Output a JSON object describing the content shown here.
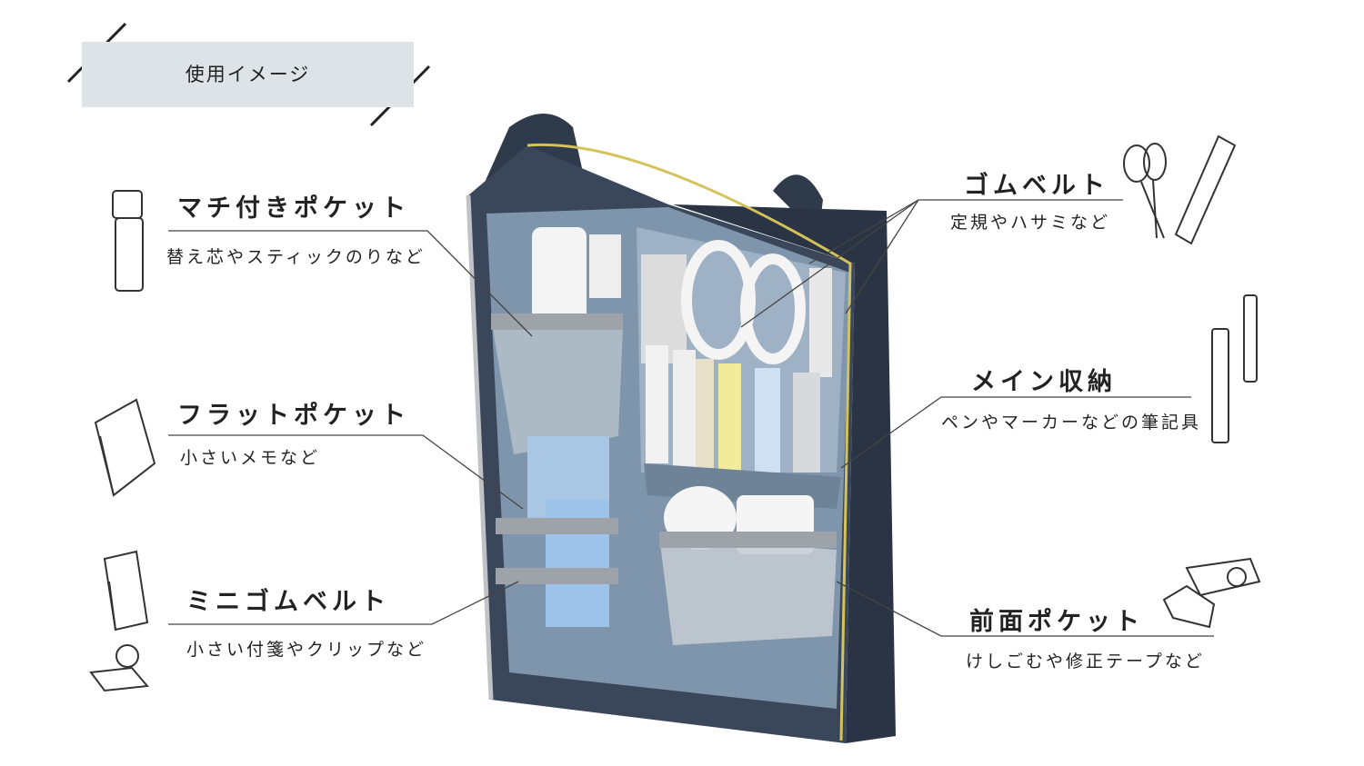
{
  "header": {
    "title": "使用イメージ"
  },
  "callouts": [
    {
      "title": "マチ付きポケット",
      "subtitle": "替え芯やスティックのりなど"
    },
    {
      "title": "フラットポケット",
      "subtitle": "小さいメモなど"
    },
    {
      "title": "ミニゴムベルト",
      "subtitle": "小さい付箋やクリップなど"
    },
    {
      "title": "ゴムベルト",
      "subtitle": "定規やハサミなど"
    },
    {
      "title": "メイン収納",
      "subtitle": "ペンやマーカーなどの筆記具"
    },
    {
      "title": "前面ポケット",
      "subtitle": "けしごむや修正テープなど"
    }
  ],
  "colors": {
    "pouch": "#2f3a4a",
    "lining": "#8a9fb6",
    "zipper": "#d4c25a",
    "header_bg": "#dde3e6"
  }
}
